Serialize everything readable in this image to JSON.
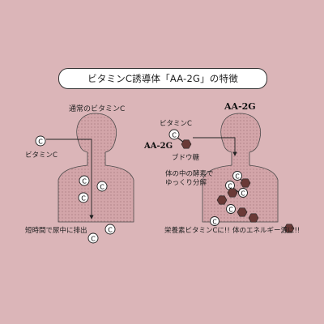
{
  "title": "ビタミンC誘導体「AA-2G」の特徴",
  "left_panel": {
    "heading": "通常のビタミンC",
    "vitamin_label": "ビタミンC",
    "excretion_label": "短時間で尿中に排出",
    "molecule_letter": "C"
  },
  "right_panel": {
    "heading": "AA-2G",
    "vitamin_label": "ビタミンC",
    "compound_label": "AA-2G",
    "glucose_label": "ブドウ糖",
    "enzyme_label_line1": "体の中の酵素で",
    "enzyme_label_line2": "ゆっくり分解",
    "nutrient_label": "栄養素ビタミンCに!!",
    "energy_label": "体のエネルギー源に!!"
  },
  "colors": {
    "background": "#dbb5b8",
    "body_fill": "#d3a5a9",
    "glucose": "#6a3a37",
    "outline": "#4a4a4a"
  }
}
